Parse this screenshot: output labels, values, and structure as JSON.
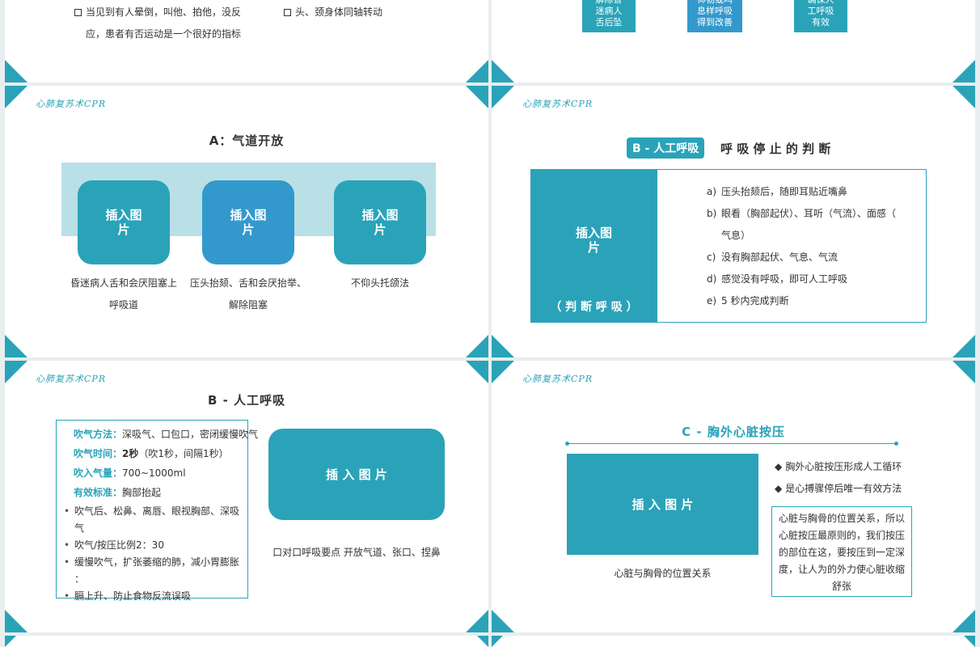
{
  "top_left": {
    "item1_line1": "当见到有人晕倒，叫他、拍他，没反",
    "item1_line2": "应，患者有否运动是一个很好的指标",
    "item2": "头、颈身体同轴转动"
  },
  "top_right": {
    "blocks": [
      "解除昏\n迷病人\n舌后坠",
      "仰韧或鸣\n息样呼吸\n得到改善",
      "确保人\n工呼吸\n有效"
    ]
  },
  "logo": "心肺复苏术CPR",
  "slide_a": {
    "title": "A：气道开放",
    "cards": [
      {
        "label": "插入图\n片",
        "caption": "昏迷病人舌和会厌阻塞上\n呼吸道"
      },
      {
        "label": "插入图\n片",
        "caption": "压头抬颏、舌和会厌抬举、\n解除阻塞"
      },
      {
        "label": "插入图\n片",
        "caption": "不仰头托颌法"
      }
    ]
  },
  "slide_b1": {
    "badge": "B - 人工呼吸",
    "heading": "呼 吸 停 止 的 判 断",
    "image_label": "插入图\n片",
    "image_caption": "（ 判 断 呼 吸 ）",
    "steps": [
      {
        "marker": "a)",
        "text": "压头抬颏后，随即耳贴近嘴鼻"
      },
      {
        "marker": "b)",
        "text": "眼看（胸部起伏）、耳听（气流）、面感（"
      },
      {
        "marker": "",
        "text": "气息）"
      },
      {
        "marker": "c)",
        "text": "没有胸部起伏、气息、气流"
      },
      {
        "marker": "d)",
        "text": "感觉没有呼吸，即可人工呼吸"
      },
      {
        "marker": "e)",
        "text": "5 秒内完成判断"
      }
    ]
  },
  "slide_b2": {
    "title": "B - 人工呼吸",
    "method_label": "吹气方法：",
    "method_text": "深吸气、口包口，密闭缓慢吹气",
    "time_label": "吹气时间：",
    "time_value": "2秒",
    "time_text": "（吹1秒，间隔1秒）",
    "volume_label": "吹入气量：",
    "volume_text": "700~1000ml",
    "standard_label": "有效标准：",
    "standard_text": "胸部抬起",
    "bullets": [
      "吹气后、松鼻、离唇、眼视胸部、深吸\n气",
      "吹气/按压比例2：30",
      "缓慢吹气，扩张萎缩的肺，减小胃膨胀\n：",
      "膈上升、防止食物反流误吸"
    ],
    "image_label": "插 入 图 片",
    "image_caption": "口对口呼吸要点  开放气道、张口、捏鼻"
  },
  "slide_c": {
    "title": "C - 胸外心脏按压",
    "image_label": "插 入 图 片",
    "image_caption": "心脏与胸骨的位置关系",
    "points": [
      "胸外心脏按压形成人工循环",
      "是心搏骤停后唯一有效方法"
    ],
    "note": "心脏与胸骨的位置关系，所以心脏按压最原则的，我们按压的部位在这，要按压到一定深度，让人为的外力使心脏收缩舒张"
  },
  "colors": {
    "teal": "#2aa3b8",
    "blue": "#3399cc",
    "light": "#b8e0e6"
  }
}
